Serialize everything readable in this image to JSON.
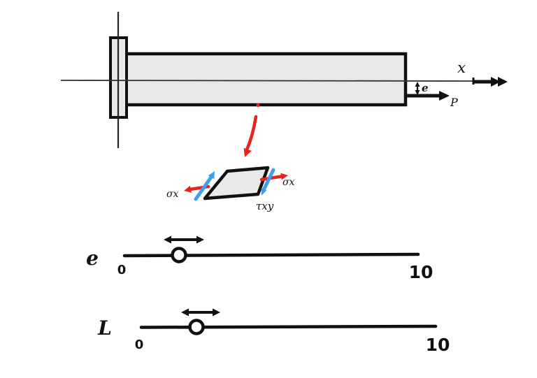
{
  "figure": {
    "beam_diagram": {
      "x_axis_label": "x",
      "eccentricity_label": "e",
      "load_label": "P",
      "beam_fill": "#e9e9e9",
      "outline_color": "#111111"
    },
    "stress_element": {
      "sigma_x_left_label": "σx",
      "sigma_x_right_label": "σx",
      "tau_xy_label": "τxy",
      "element_fill": "#e9e9e9",
      "normal_stress_color": "#e8231c",
      "shear_stress_color": "#3f9fec"
    },
    "pointer": {
      "color": "#e8231c"
    }
  },
  "sliders": {
    "e": {
      "label": "e",
      "min_label": "0",
      "max_label": "10",
      "position_fraction": 0.19
    },
    "L": {
      "label": "L",
      "min_label": "0",
      "max_label": "10",
      "position_fraction": 0.19
    }
  }
}
